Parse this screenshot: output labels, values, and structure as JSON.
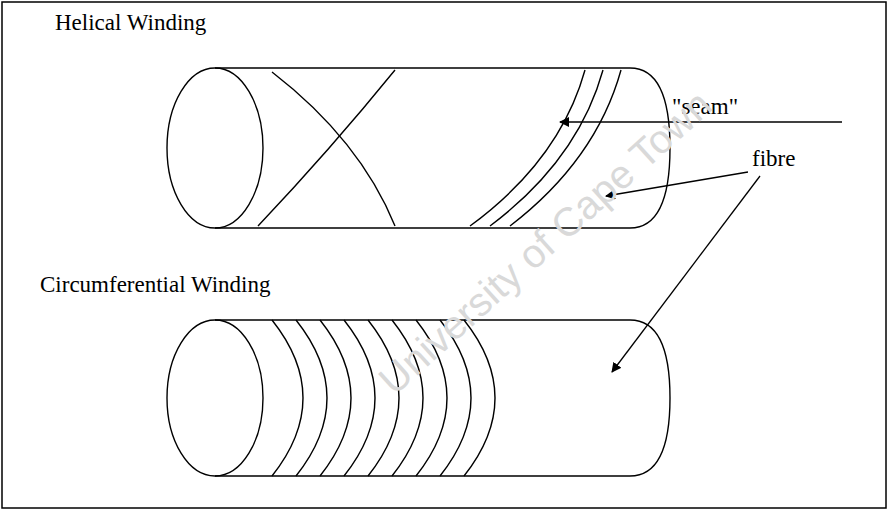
{
  "diagram": {
    "labels": [
      "Helical Winding",
      "Circumferential Winding",
      "\"seam\"",
      "fibre",
      "University of Cape Town"
    ]
  }
}
